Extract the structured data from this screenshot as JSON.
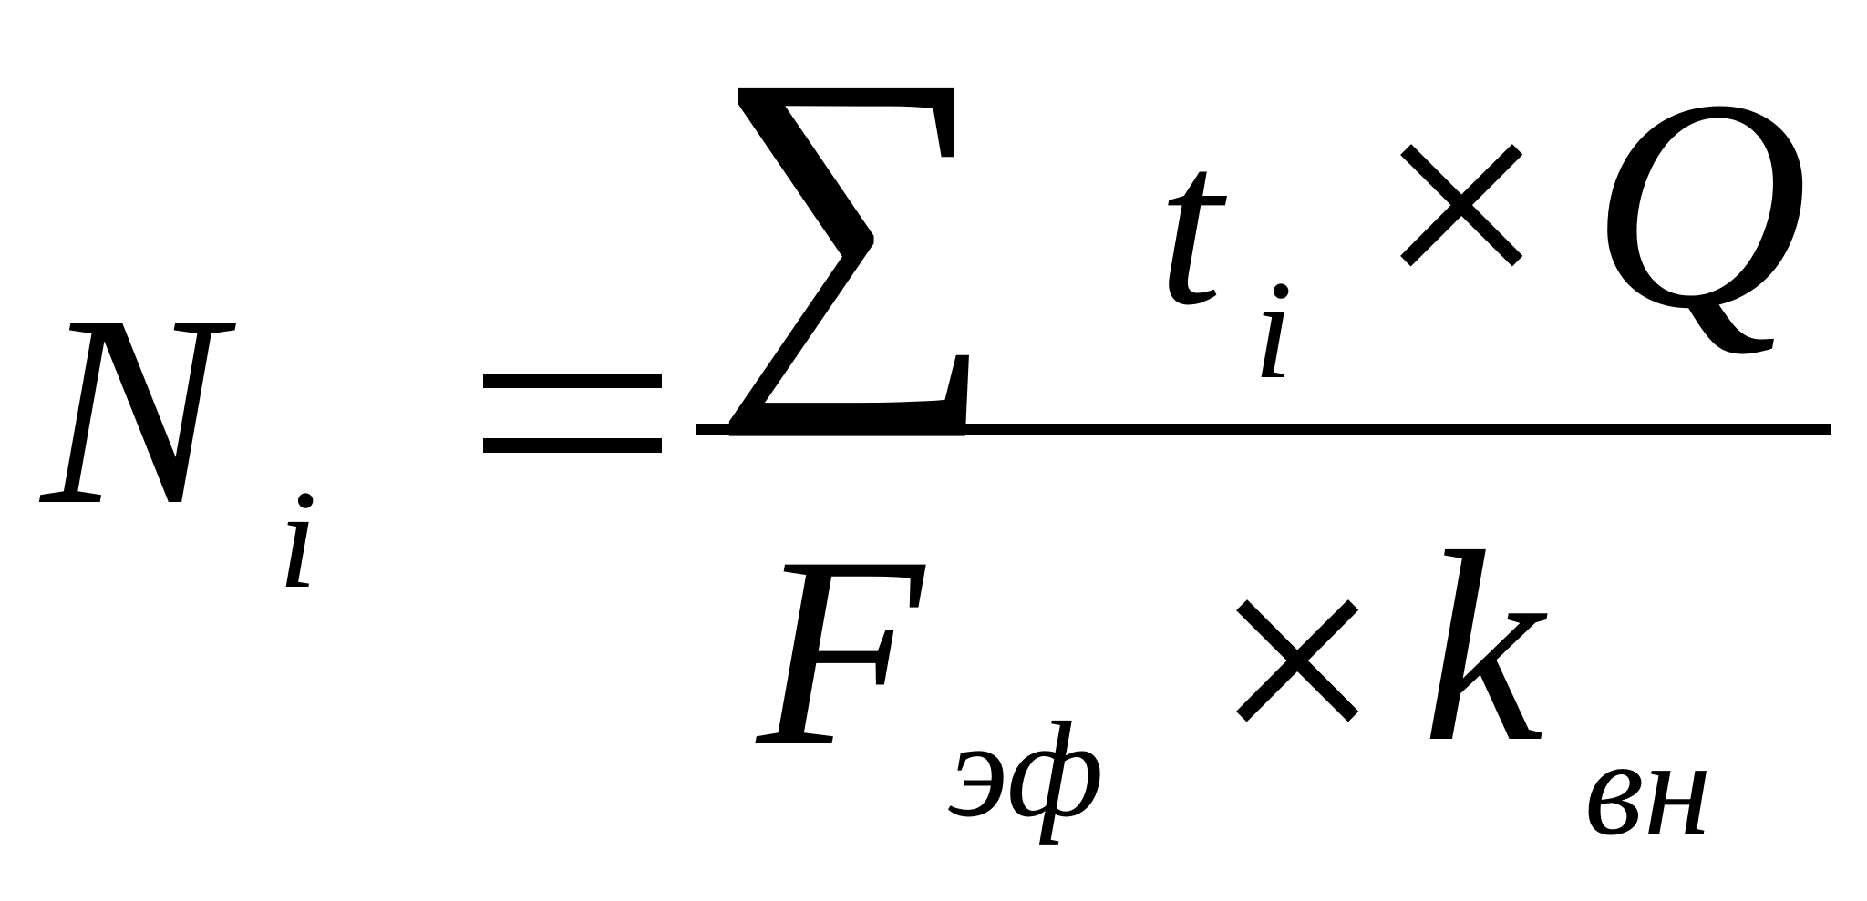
{
  "formula": {
    "lhs": {
      "main": "N",
      "sub": "i"
    },
    "equals": "=",
    "numerator": {
      "sum": "∑",
      "term": {
        "main": "t",
        "sub": "i"
      },
      "times": "×",
      "factor": "Q"
    },
    "denominator": {
      "term": {
        "main": "F",
        "sub": "эф"
      },
      "times": "×",
      "factor": {
        "main": "k",
        "sub": "вн"
      }
    }
  }
}
